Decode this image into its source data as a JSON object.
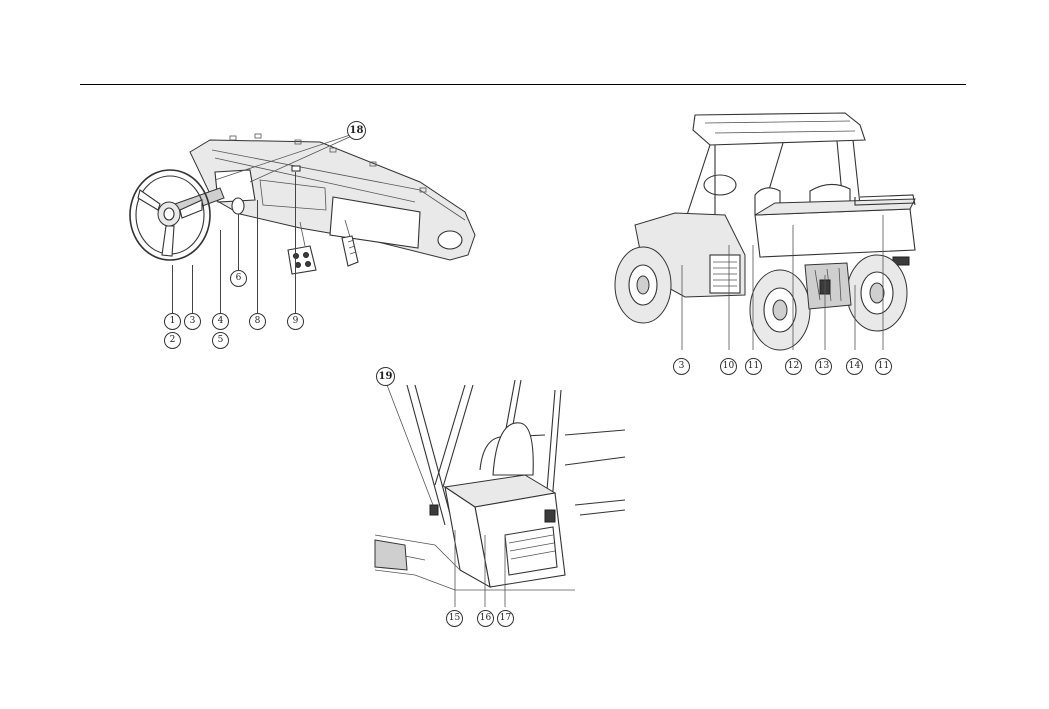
{
  "callouts": {
    "c1": "1",
    "c2": "2",
    "c3": "3",
    "c4": "4",
    "c5": "5",
    "c6": "6",
    "c8": "8",
    "c9": "9",
    "c18": "18",
    "v3": "3",
    "v10": "10",
    "v11a": "11",
    "v12": "12",
    "v13": "13",
    "v14": "14",
    "v11b": "11",
    "c19": "19",
    "c15": "15",
    "c16": "16",
    "c17": "17"
  }
}
